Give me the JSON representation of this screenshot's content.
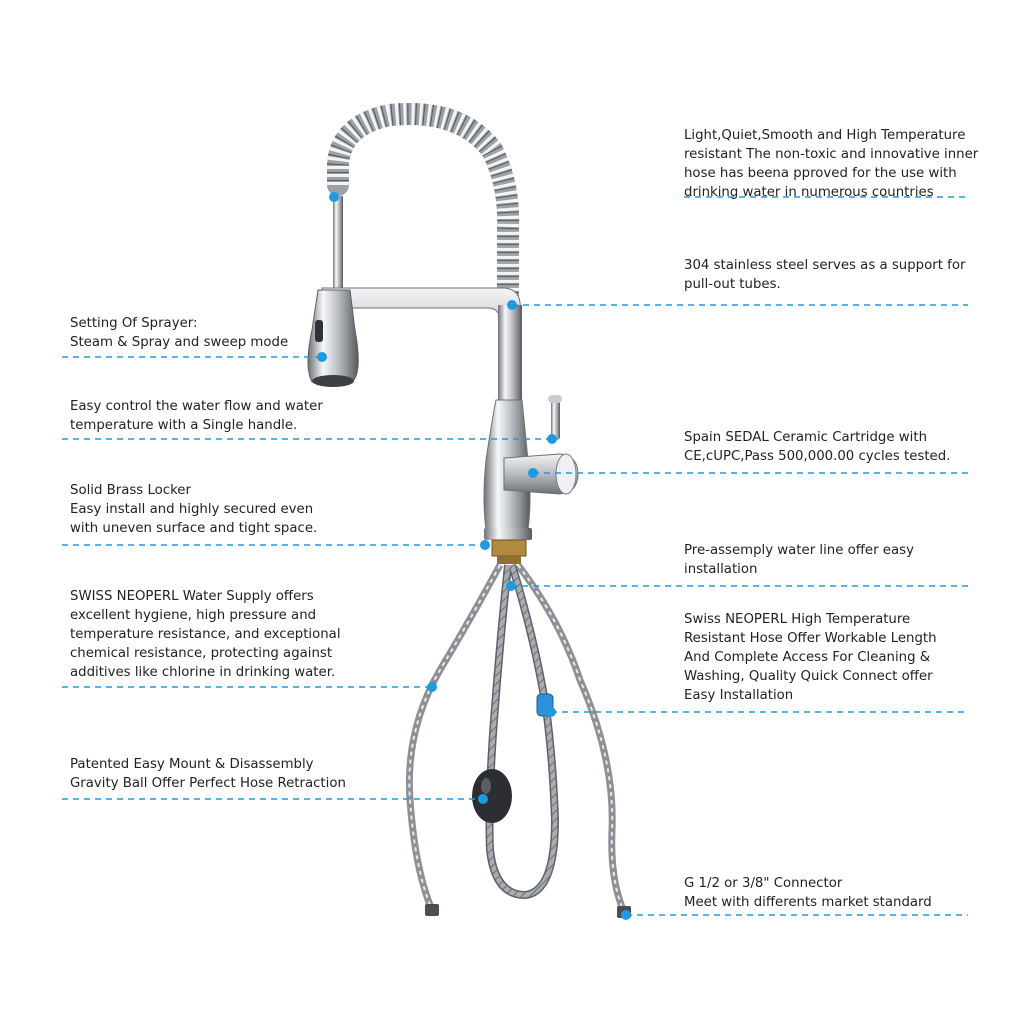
{
  "colors": {
    "accent": "#1E9BE0",
    "text": "#222222",
    "chrome_dark": "#7a7d81",
    "chrome_light": "#f4f5f6"
  },
  "callouts": {
    "inner_hose": {
      "lines": [
        "Light,Quiet,Smooth and High Temperature",
        "resistant The non-toxic and innovative inner",
        "hose has beena pproved for the use with",
        "drinking water in numerous countries"
      ]
    },
    "stainless_support": {
      "lines": [
        "304 stainless steel serves as a support for",
        "pull-out tubes."
      ]
    },
    "sprayer_setting": {
      "lines": [
        "Setting Of Sprayer:",
        "Steam & Spray and sweep mode"
      ]
    },
    "single_handle": {
      "lines": [
        "Easy control the water flow and water",
        "temperature with a Single handle."
      ]
    },
    "cartridge": {
      "lines": [
        "Spain SEDAL Ceramic Cartridge with",
        "CE,cUPC,Pass 500,000.00 cycles tested."
      ]
    },
    "brass_locker": {
      "lines": [
        "Solid Brass Locker",
        "Easy install and highly secured even",
        "with uneven surface and tight space."
      ]
    },
    "water_line": {
      "lines": [
        "Pre-assemply water line offer easy",
        "installation"
      ]
    },
    "water_supply": {
      "lines": [
        "SWISS NEOPERL Water Supply offers",
        "excellent hygiene, high pressure and",
        "temperature resistance, and exceptional",
        "chemical resistance, protecting against",
        "additives like chlorine in drinking water."
      ]
    },
    "hot_hose": {
      "lines": [
        "Swiss NEOPERL High Temperature",
        "Resistant Hose Offer Workable Length",
        "And Complete Access For Cleaning &",
        "Washing, Quality Quick Connect offer",
        "Easy Installation"
      ]
    },
    "gravity_ball": {
      "lines": [
        "Patented Easy Mount & Disassembly",
        "Gravity Ball Offer Perfect Hose Retraction"
      ]
    },
    "connector": {
      "lines": [
        "G 1/2 or 3/8\" Connector",
        "Meet with differents market standard"
      ]
    }
  }
}
